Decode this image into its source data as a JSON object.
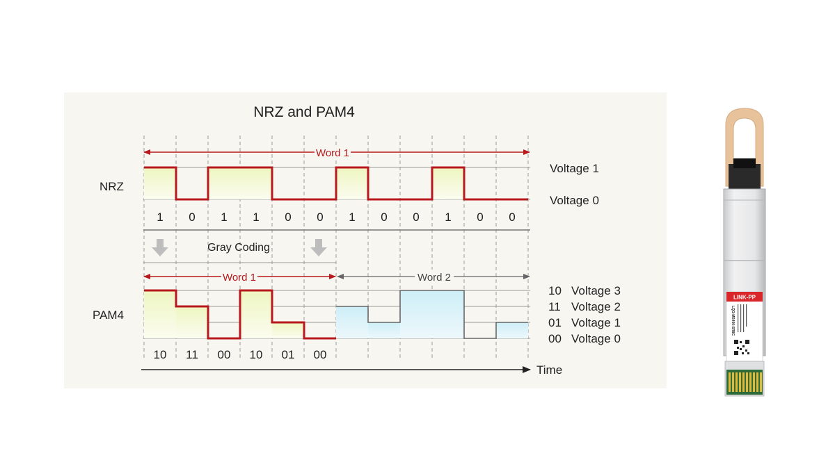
{
  "title": "NRZ and PAM4",
  "nrz": {
    "label": "NRZ",
    "word_label": "Word 1",
    "bits": [
      "1",
      "0",
      "1",
      "1",
      "0",
      "0",
      "1",
      "0",
      "0",
      "1",
      "0",
      "0"
    ],
    "voltage_labels": [
      "Voltage 1",
      "Voltage 0"
    ]
  },
  "gray_coding_label": "Gray Coding",
  "pam4": {
    "label": "PAM4",
    "word1_label": "Word 1",
    "word2_label": "Word 2",
    "symbols": [
      "10",
      "11",
      "00",
      "10",
      "01",
      "00"
    ],
    "word2_levels": [
      2,
      1,
      3,
      3,
      0,
      1
    ],
    "levels": [
      {
        "code": "10",
        "name": "Voltage 3"
      },
      {
        "code": "11",
        "name": "Voltage 2"
      },
      {
        "code": "01",
        "name": "Voltage 1"
      },
      {
        "code": "00",
        "name": "Voltage 0"
      }
    ]
  },
  "time_label": "Time",
  "module": {
    "brand": "LINK-PP",
    "model": "LQD-MS400-SR8C"
  },
  "colors": {
    "panel": "#f7f6f1",
    "signal_red": "#b8191c",
    "word2_signal": "#666666",
    "nrz_fill": "#f2f7cf",
    "pam4_fill_word2": "#d3eef6",
    "pull_tab": "#e8c29b",
    "brand_red": "#d9262b"
  }
}
